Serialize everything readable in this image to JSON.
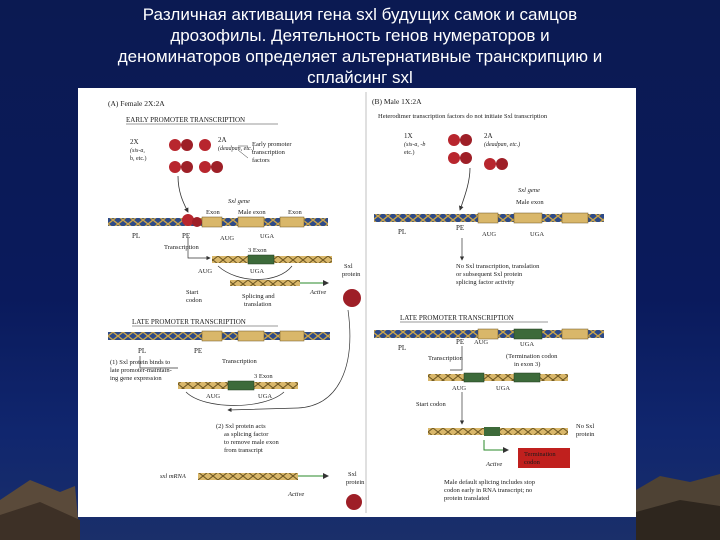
{
  "slide": {
    "title_lines": [
      "Различная активация гена sxl  будущих самок и самцов",
      "дрозофилы. Деятельность генов нумераторов и",
      "деноминаторов определяет альтернативные транскрипцию и",
      "сплайсинг sxl"
    ]
  },
  "panel_a": {
    "heading": "(A)  Female    2X:2A",
    "early_header": "EARLY PROMOTER TRANSCRIPTION",
    "x_label": "2X",
    "x_genes_1": "(sis-a,",
    "x_genes_2": "b, etc.)",
    "a_label": "2A",
    "a_genes": "(deadpan, etc.)",
    "early_factors_1": "Early promoter",
    "early_factors_2": "transcription",
    "early_factors_3": "factors",
    "sxl_gene": "Sxl gene",
    "exon_1": "Exon",
    "male_exon": "Male exon",
    "exon_2": "Exon",
    "pl": "PL",
    "pe": "PE",
    "aug": "AUG",
    "uga": "UGA",
    "transcription": "Transcription",
    "exon3": "3 Exon",
    "aug2": "AUG",
    "uga2": "UGA",
    "sxl_protein_1": "Sxl",
    "sxl_protein_2": "protein",
    "start_codon_1": "Start",
    "start_codon_2": "codon",
    "splicing_1": "Splicing and",
    "splicing_2": "translation",
    "active": "Active",
    "late_header": "LATE PROMOTER TRANSCRIPTION",
    "pl2": "PL",
    "pe2": "PE",
    "step1_1": "(1) Sxl protein binds to",
    "step1_2": "late promoter-maintain-",
    "step1_3": "ing gene expression",
    "transcription2": "Transcription",
    "exon3b": "3 Exon",
    "aug3": "AUG",
    "uga3": "UGA",
    "step2_1": "(2) Sxl protein acts",
    "step2_2": "as splicing factor",
    "step2_3": "to remove male exon",
    "step2_4": "from transcript",
    "mrna": "sxl mRNA",
    "sxl_protein2_1": "Sxl",
    "sxl_protein2_2": "protein",
    "active2": "Active"
  },
  "panel_b": {
    "heading": "(B)  Male     1X:2A",
    "hetero": "Heterodimer transcription factors do not initiate Sxl transcription",
    "x_label": "1X",
    "x_genes_1": "(sis-a, -b",
    "x_genes_2": "etc.)",
    "a_label": "2A",
    "a_genes": "(deadpan, etc.)",
    "sxl_gene": "Sxl gene",
    "male_exon": "Male exon",
    "pl": "PL",
    "pe": "PE",
    "aug": "AUG",
    "uga": "UGA",
    "no_sxl_1": "No Sxl transcription, translation",
    "no_sxl_2": "or subsequent Sxl protein",
    "no_sxl_3": "splicing factor activity",
    "late_header": "LATE PROMOTER TRANSCRIPTION",
    "pl2": "PL",
    "pe2": "PE",
    "aug2": "AUG",
    "uga2": "UGA",
    "term_note_1": "(Termination codon",
    "term_note_2": "in exon 3)",
    "transcription": "Transcription",
    "aug3": "AUG",
    "uga3": "UGA",
    "start_codon": "Start codon",
    "no_protein_1": "No Sxl",
    "no_protein_2": "protein",
    "active": "Active",
    "term_codon_1": "Termination",
    "term_codon_2": "codon",
    "default_1": "Male default splicing includes stop",
    "default_2": "codon early in RNA transcript; no",
    "default_3": "protein translated"
  },
  "colors": {
    "background": "#0b1a52",
    "title_text": "#ffffff",
    "protein_red": "#b8262e",
    "dna_blue": "#2d4a88",
    "exon_tan": "#d9b76a",
    "term_red": "#c0201e"
  }
}
